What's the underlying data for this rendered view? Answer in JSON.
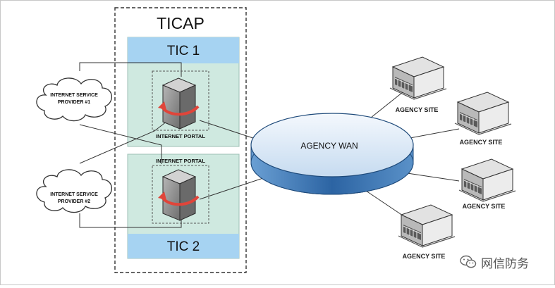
{
  "diagram": {
    "ticap_label": "TICAP",
    "tic1_label": "TIC 1",
    "tic2_label": "TIC 2",
    "internet_portal_label": "INTERNET PORTAL",
    "isp1_label_line1": "INTERNET SERVICE",
    "isp1_label_line2": "PROVIDER #1",
    "isp2_label_line1": "INTERNET SERVICE",
    "isp2_label_line2": "PROVIDER #2",
    "wan_label": "AGENCY WAN",
    "agency_site_label": "AGENCY SITE"
  },
  "watermark": {
    "text": "网信防务",
    "icon": "wechat-icon"
  },
  "colors": {
    "tic_panel": "#cfe9e0",
    "tic_header": "#a6d3f2",
    "wan_top": "#dce9f6",
    "wan_side": "#2f6aa8",
    "server_body": "#8a8a8a",
    "portal_arrow": "#e0453a"
  }
}
